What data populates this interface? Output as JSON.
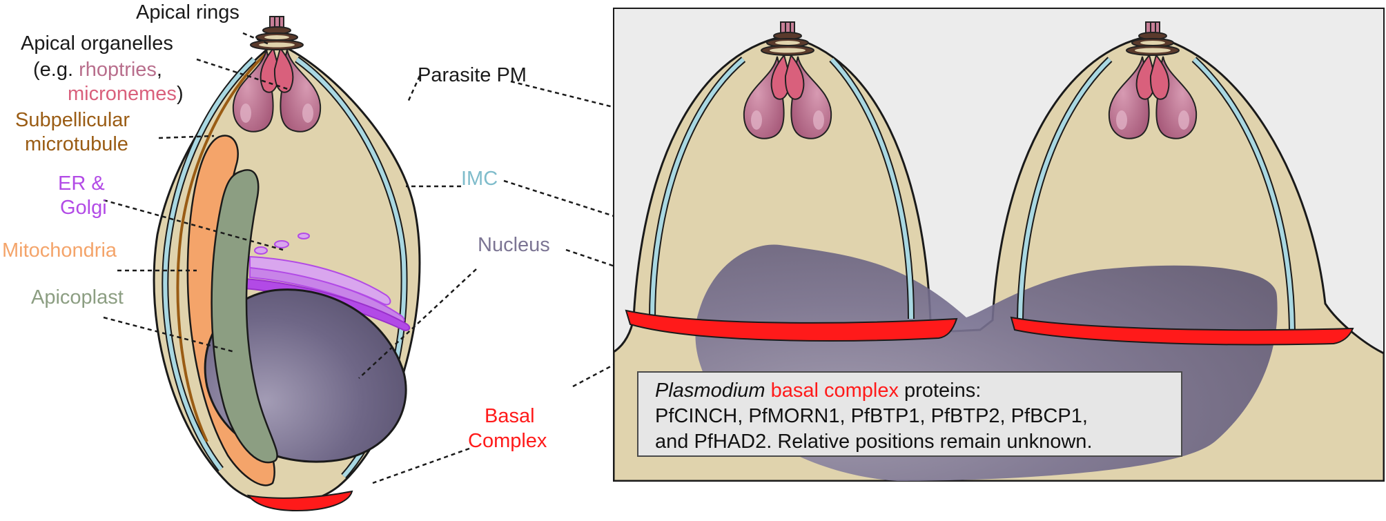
{
  "colors": {
    "cytoplasm": "#e0d3ad",
    "imc": "#a9d8e2",
    "basal_complex": "#ff1a1a",
    "subpellicular": "#9a5c14",
    "mitochondria": "#f4a46a",
    "apicoplast": "#8c9e82",
    "er_golgi": "#b24ae6",
    "nucleus": "#6f6787",
    "rhoptries": "#b86e8c",
    "micronemes": "#d9607c",
    "panel_background": "#ececec"
  },
  "labels": {
    "apical_rings": "Apical rings",
    "apical_organelles": "Apical organelles",
    "eg_open": "(e.g.",
    "rhoptries": "rhoptries",
    "comma": ",",
    "micronemes": "micronemes",
    "close_paren": ")",
    "subpellicular_line1": "Subpellicular",
    "subpellicular_line2": "microtubule",
    "er_line1": "ER &",
    "er_line2": "Golgi",
    "mitochondria": "Mitochondria",
    "apicoplast": "Apicoplast",
    "parasite_pm": "Parasite PM",
    "imc": "IMC",
    "nucleus": "Nucleus",
    "basal_line1": "Basal",
    "basal_line2": "Complex"
  },
  "info_box": {
    "species": "Plasmodium",
    "highlight": "basal complex",
    "text1": " proteins:",
    "line2": "PfCINCH, PfMORN1, PfBTP1, PfBTP2, PfBCP1,",
    "line3": "and PfHAD2. Relative positions remain unknown."
  }
}
